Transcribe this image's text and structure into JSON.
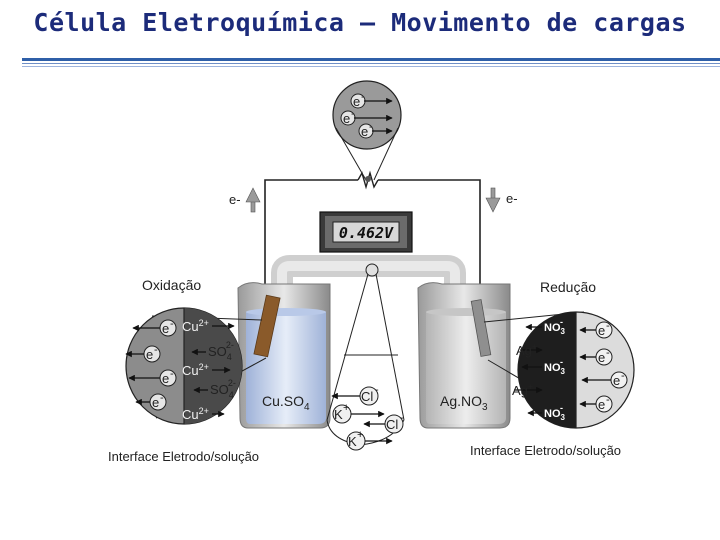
{
  "title": "Célula Eletroquímica – Movimento de cargas",
  "voltmeter": {
    "reading": "0.462V"
  },
  "labels": {
    "oxidation": "Oxidação",
    "reduction": "Redução",
    "left_solution": "Cu.SO",
    "left_solution_sub": "4",
    "right_solution": "Ag.NO",
    "right_solution_sub": "3",
    "left_interface": "Interface Eletrodo/solução",
    "right_interface": "Interface Eletrodo/solução",
    "electron": "e",
    "electron_charge": "-",
    "wire_left_e": "e-",
    "wire_right_e": "e-"
  },
  "ions": {
    "cu": "Cu",
    "cu_charge": "2+",
    "so": "SO",
    "so_sub": "4",
    "so_charge": "2-",
    "ag": "Ag",
    "ag_charge": "+",
    "no": "NO",
    "no_sub": "3",
    "no_charge": "-",
    "k": "K",
    "k_charge": "+",
    "cl": "Cl",
    "cl_charge": "-"
  },
  "colors": {
    "title": "#1c2b7a",
    "left_circle": "#8c8c8c",
    "right_circle": "#dcdcdc",
    "left_half": "#4a4a4a",
    "right_half": "#1e1e1e",
    "solution_left": "#c9d6ee",
    "solution_right": "#dcdcdc",
    "bridge": "#c0c0c0"
  }
}
